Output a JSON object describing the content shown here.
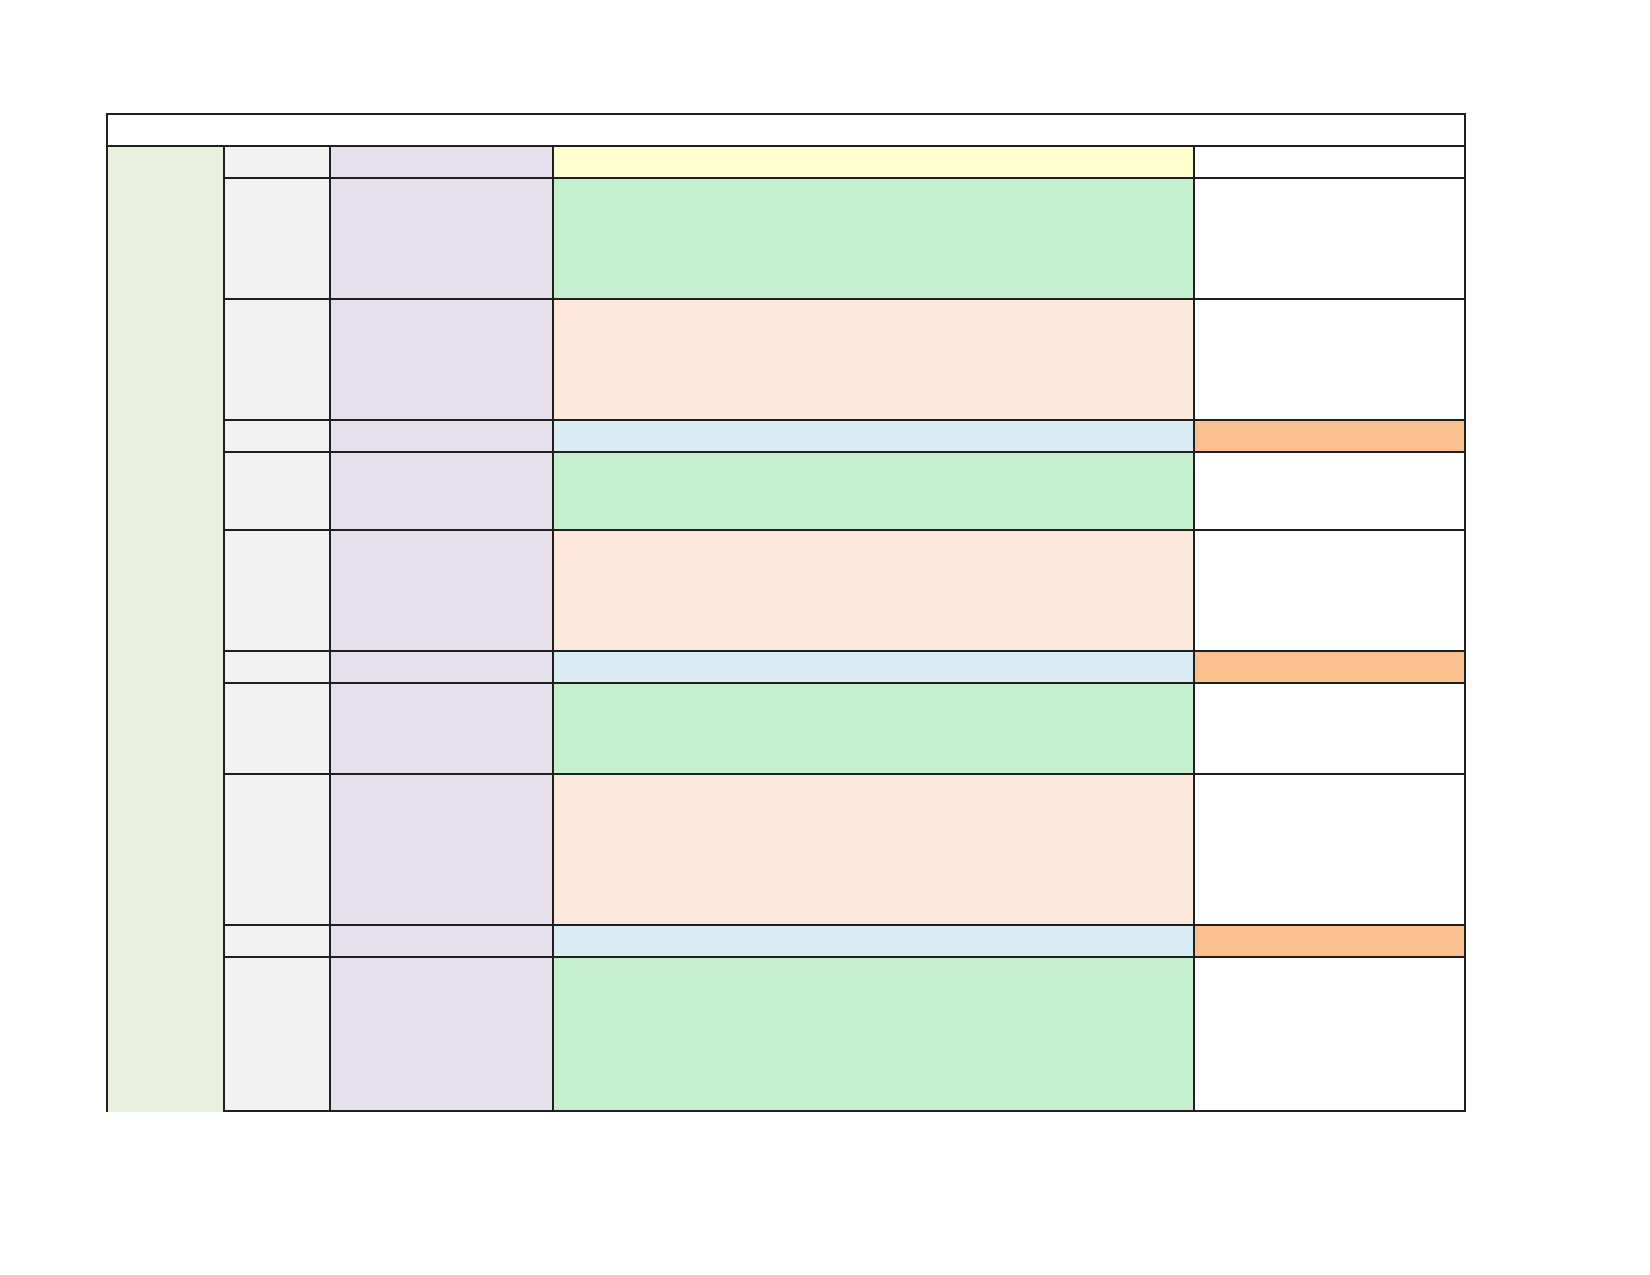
{
  "sheet": {
    "title": "",
    "colors": {
      "cell_border": "#1f1f1f",
      "side_column": "#e9f0dd",
      "index_column": "#f2f2f2",
      "label_column": "#e5e0ec",
      "header_highlight": "#fefece",
      "row_green": "#c6efce",
      "row_peach": "#fce9db",
      "row_blue": "#dbedf4",
      "row_orange": "#fac08f",
      "plain": "#ffffff"
    },
    "rows": [
      {
        "kind": "header",
        "middle_color": "#fefece",
        "right_color": "#ffffff"
      },
      {
        "kind": "tall",
        "middle_color": "#c6efce",
        "right_color": "#ffffff"
      },
      {
        "kind": "tall",
        "middle_color": "#fce9db",
        "right_color": "#ffffff"
      },
      {
        "kind": "band",
        "middle_color": "#dbedf4",
        "right_color": "#fac08f"
      },
      {
        "kind": "medium",
        "middle_color": "#c6efce",
        "right_color": "#ffffff"
      },
      {
        "kind": "tall",
        "middle_color": "#fce9db",
        "right_color": "#ffffff"
      },
      {
        "kind": "band",
        "middle_color": "#dbedf4",
        "right_color": "#fac08f"
      },
      {
        "kind": "medium",
        "middle_color": "#c6efce",
        "right_color": "#ffffff"
      },
      {
        "kind": "tall",
        "middle_color": "#fce9db",
        "right_color": "#ffffff"
      },
      {
        "kind": "band",
        "middle_color": "#dbedf4",
        "right_color": "#fac08f"
      },
      {
        "kind": "tall",
        "middle_color": "#c6efce",
        "right_color": "#ffffff"
      }
    ]
  }
}
